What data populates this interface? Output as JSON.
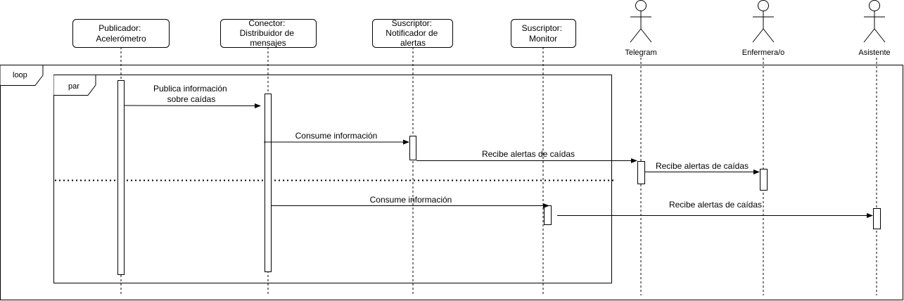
{
  "participants": [
    {
      "id": "publicador",
      "lines": [
        "Publicador:",
        "Acelerómetro"
      ]
    },
    {
      "id": "conector",
      "lines": [
        "Conector:",
        "Distribuidor de",
        "mensajes"
      ]
    },
    {
      "id": "suscriptor-notificador",
      "lines": [
        "Suscriptor:",
        "Notificador de",
        "alertas"
      ]
    },
    {
      "id": "suscriptor-monitor",
      "lines": [
        "Suscriptor:",
        "Monitor"
      ]
    }
  ],
  "actors": [
    {
      "id": "telegram",
      "label": "Telegram"
    },
    {
      "id": "enfermera",
      "label": "Enfermera/o"
    },
    {
      "id": "asistente",
      "label": "Asistente"
    }
  ],
  "fragments": {
    "loop": "loop",
    "par": "par"
  },
  "messages": [
    {
      "id": "publica",
      "lines": [
        "Publica información",
        "sobre caídas"
      ]
    },
    {
      "id": "consume-1",
      "lines": [
        "Consume información"
      ]
    },
    {
      "id": "recibe-telegram",
      "lines": [
        "Recibe alertas de caídas"
      ]
    },
    {
      "id": "recibe-enfermera",
      "lines": [
        "Recibe alertas de caídas"
      ]
    },
    {
      "id": "consume-2",
      "lines": [
        "Consume información"
      ]
    },
    {
      "id": "recibe-asistente",
      "lines": [
        "Recibe alertas de caídas"
      ]
    }
  ]
}
